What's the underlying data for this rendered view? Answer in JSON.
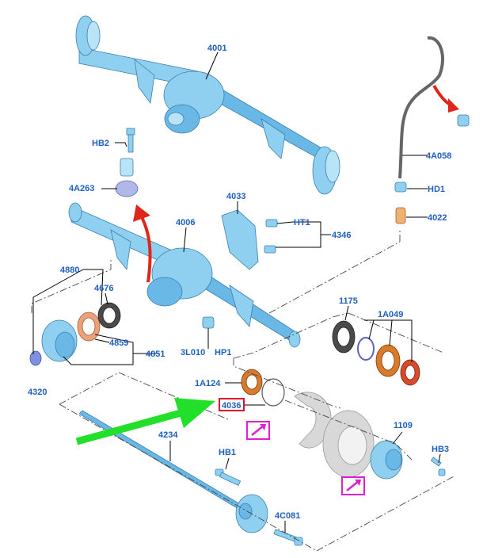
{
  "labels": {
    "l4001": "4001",
    "lHB2": "HB2",
    "l4A263": "4A263",
    "l4A058": "4A058",
    "lHD1": "HD1",
    "l4022": "4022",
    "l4033": "4033",
    "l4006": "4006",
    "lHT1": "HT1",
    "l4346": "4346",
    "l4880": "4880",
    "l4676": "4676",
    "l4859": "4859",
    "l4851": "4851",
    "l4320": "4320",
    "l3L010": "3L010",
    "lHP1": "HP1",
    "l1175": "1175",
    "l1A049": "1A049",
    "l1A124": "1A124",
    "l4036": "4036",
    "l4234": "4234",
    "l1109": "1109",
    "lHB3": "HB3",
    "lHB1": "HB1",
    "l4C081": "4C081"
  },
  "colors": {
    "label": "#1f5fbf",
    "highlight_box": "#e0102a",
    "arrow_red": "#e0261a",
    "arrow_green": "#22e02a",
    "callout_magenta": "#e020d0"
  },
  "icons": {
    "callout_a": "pointer-arrow-icon",
    "callout_b": "pointer-arrow-icon"
  }
}
